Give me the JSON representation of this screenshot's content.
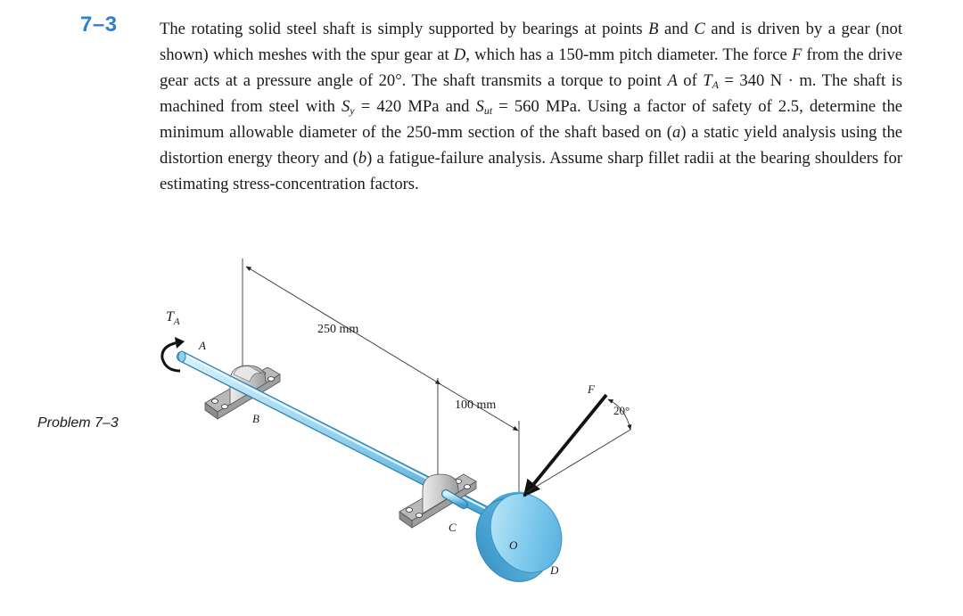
{
  "problem": {
    "number": "7–3",
    "caption": "Problem 7–3",
    "text_html": "The rotating solid steel shaft is simply supported by bearings at points <i>B</i> and <i>C</i> and is driven by a gear (not shown) which meshes with the spur gear at <i>D</i>, which has a 150-mm pitch diameter. The force <i>F</i> from the drive gear acts at a pressure angle of 20°. The shaft transmits a torque to point <i>A</i> of <i>T<sub>A</sub></i> = 340 N · m. The shaft is machined from steel with <i>S<sub>y</sub></i> = 420 MPa and <i>S<sub>ut</sub></i> = 560 MPa. Using a factor of safety of 2.5, determine the minimum allowable diameter of the 250-mm section of the shaft based on (<i>a</i>) a static yield analysis using the distortion energy theory and (<i>b</i>) a fatigue-failure analysis. Assume sharp fillet radii at the bearing shoulders for estimating stress-concentration factors."
  },
  "figure": {
    "torque_label": "T",
    "torque_subscript": "A",
    "point_a": "A",
    "point_b": "B",
    "point_c": "C",
    "point_d": "D",
    "point_o": "O",
    "force_label": "F",
    "angle_label": "20°",
    "dim_250": "250 mm",
    "dim_100": "100 mm"
  },
  "colors": {
    "accent": "#2f7fd1",
    "shaft": "#8fd0ee",
    "gear": "#7cc8ec",
    "bearing": "#c8c8c8"
  }
}
